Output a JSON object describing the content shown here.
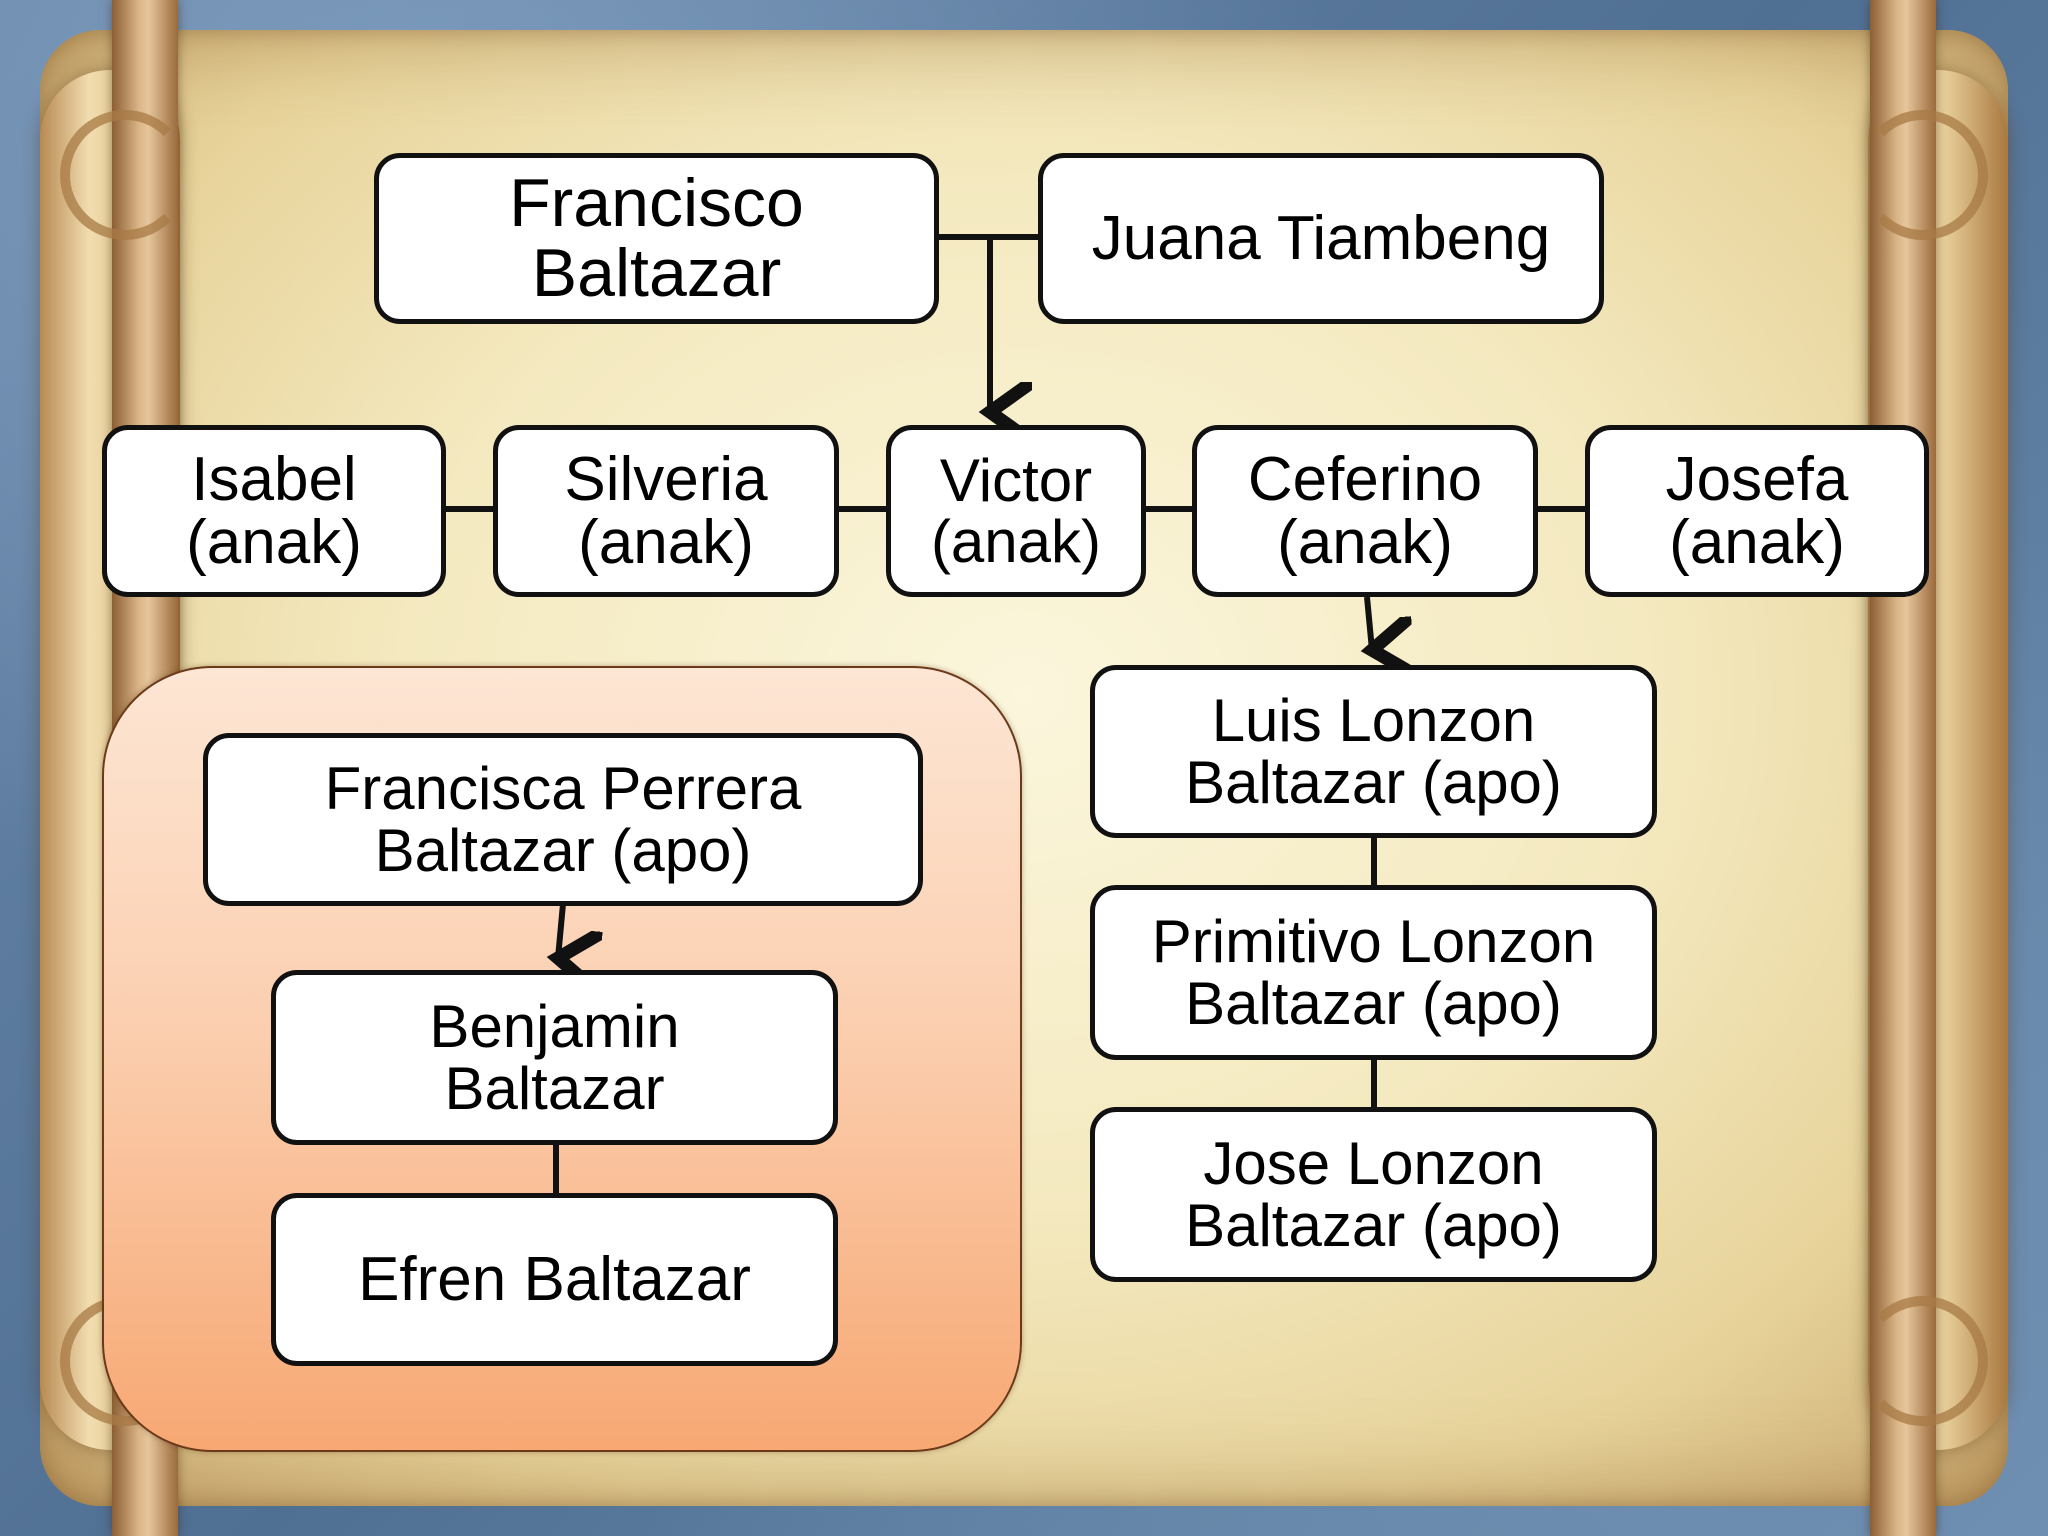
{
  "diagram": {
    "parents": {
      "father": "Francisco\nBaltazar",
      "mother": "Juana Tiambeng"
    },
    "children": [
      {
        "id": "isabel",
        "label": "Isabel\n(anak)"
      },
      {
        "id": "silveria",
        "label": "Silveria\n(anak)"
      },
      {
        "id": "victor",
        "label": "Victor\n(anak)"
      },
      {
        "id": "ceferino",
        "label": "Ceferino\n(anak)"
      },
      {
        "id": "josefa",
        "label": "Josefa\n(anak)"
      }
    ],
    "ceferino_line": [
      "Luis Lonzon\nBaltazar (apo)",
      "Primitivo Lonzon\nBaltazar (apo)",
      "Jose Lonzon\nBaltazar (apo)"
    ],
    "francisca_line": [
      "Francisca Perrera\nBaltazar (apo)",
      "Benjamin\nBaltazar",
      "Efren Baltazar"
    ]
  },
  "colors": {
    "node_border": "#111111",
    "node_fill": "#ffffff",
    "panel_top": "#fde6d4",
    "panel_bottom": "#f7a873",
    "background_frame": "#5d7da0",
    "parchment": "#f4e9bf"
  }
}
